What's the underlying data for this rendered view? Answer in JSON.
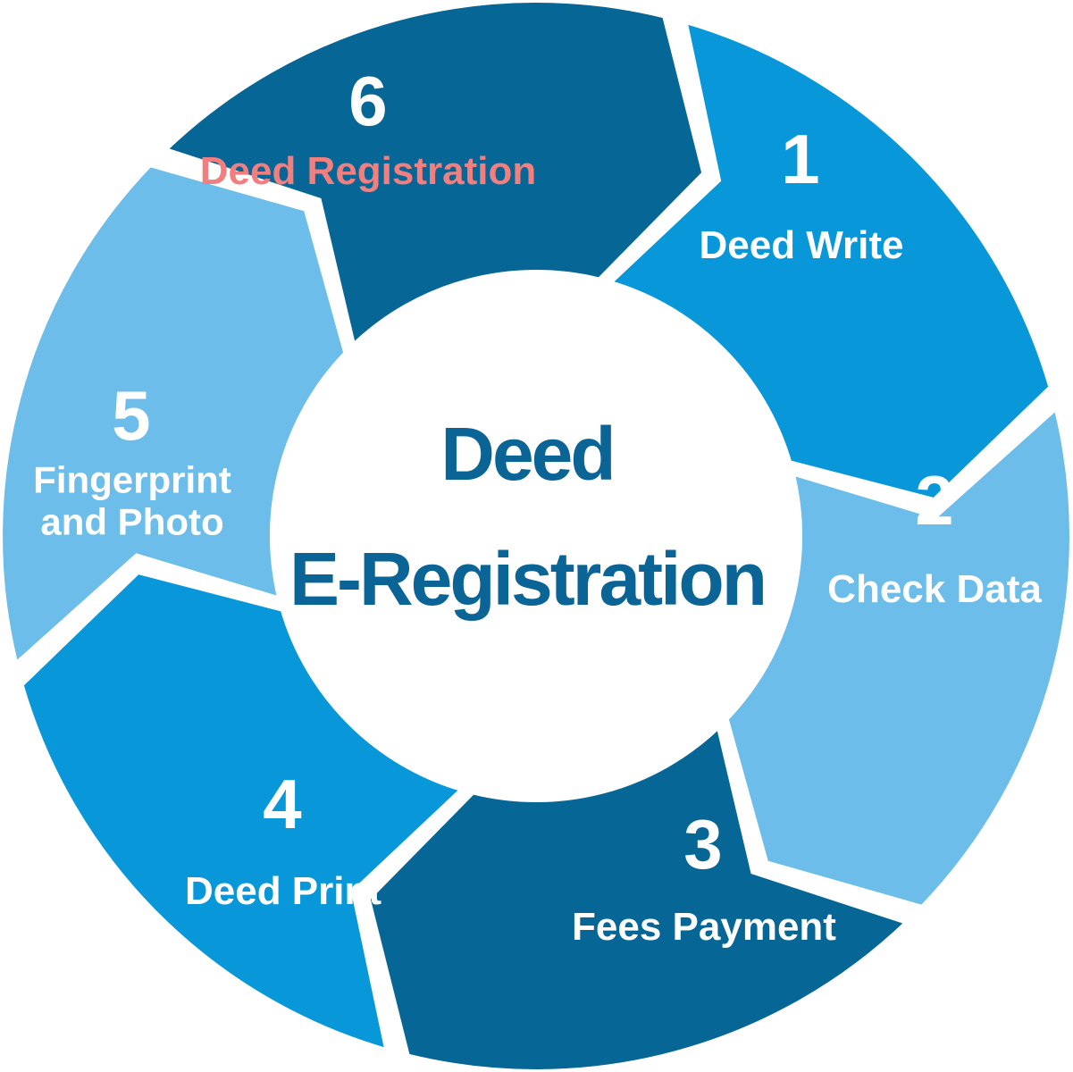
{
  "center": {
    "line1": "Deed",
    "line2": "E-Registration",
    "color": "#0b6496"
  },
  "steps": [
    {
      "number": "1",
      "title": "Deed Write",
      "color": "#0897d9"
    },
    {
      "number": "2",
      "title": "Check Data",
      "color": "#6cbde9"
    },
    {
      "number": "3",
      "title": "Fees Payment",
      "color": "#066696"
    },
    {
      "number": "4",
      "title": "Deed Print",
      "color": "#0897d9"
    },
    {
      "number": "5",
      "title_line1": "Fingerprint",
      "title_line2": "and Photo",
      "color": "#6cbde9"
    },
    {
      "number": "6",
      "title": "Deed Registration",
      "color": "#066696",
      "title_color": "#f27f7f"
    }
  ]
}
